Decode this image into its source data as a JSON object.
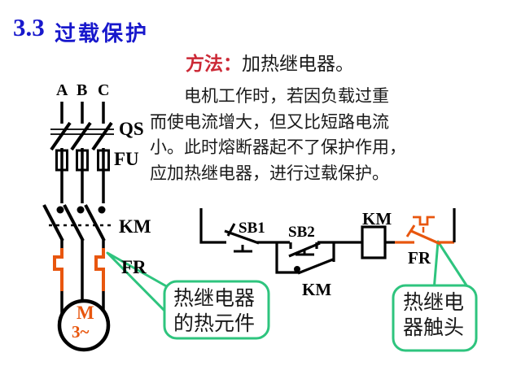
{
  "slide": {
    "title": {
      "section_number": "3.3",
      "title_text": "过载保护"
    },
    "method_line": {
      "label": "方法：",
      "text": "加热继电器。"
    },
    "body_paragraph": "　　电机工作时，若因负载过重\n而使电流增大，但又比短路电流\n小。此时熔断器起不了保护作用，\n应加热继电器，进行过载保护。"
  },
  "main_circuit": {
    "phases": [
      "A",
      "B",
      "C"
    ],
    "knife_switch_label": "QS",
    "fuse_label": "FU",
    "contactor_label": "KM",
    "thermal_relay_label": "FR",
    "motor_letter": "M",
    "motor_phase_mark": "3~"
  },
  "control_circuit": {
    "stop_button_label": "SB1",
    "start_button_label": "SB2",
    "aux_contact_label": "KM",
    "coil_label": "KM",
    "thermal_contact_label": "FR"
  },
  "callouts": {
    "heater": {
      "text": "热继电器\n的热元件"
    },
    "contact": {
      "text": "热继电\n器触头"
    }
  },
  "colors": {
    "title_blue": "#1818cc",
    "method_red": "#cc2936",
    "element_orange": "#e8560e",
    "callout_green": "#2ec47e"
  }
}
